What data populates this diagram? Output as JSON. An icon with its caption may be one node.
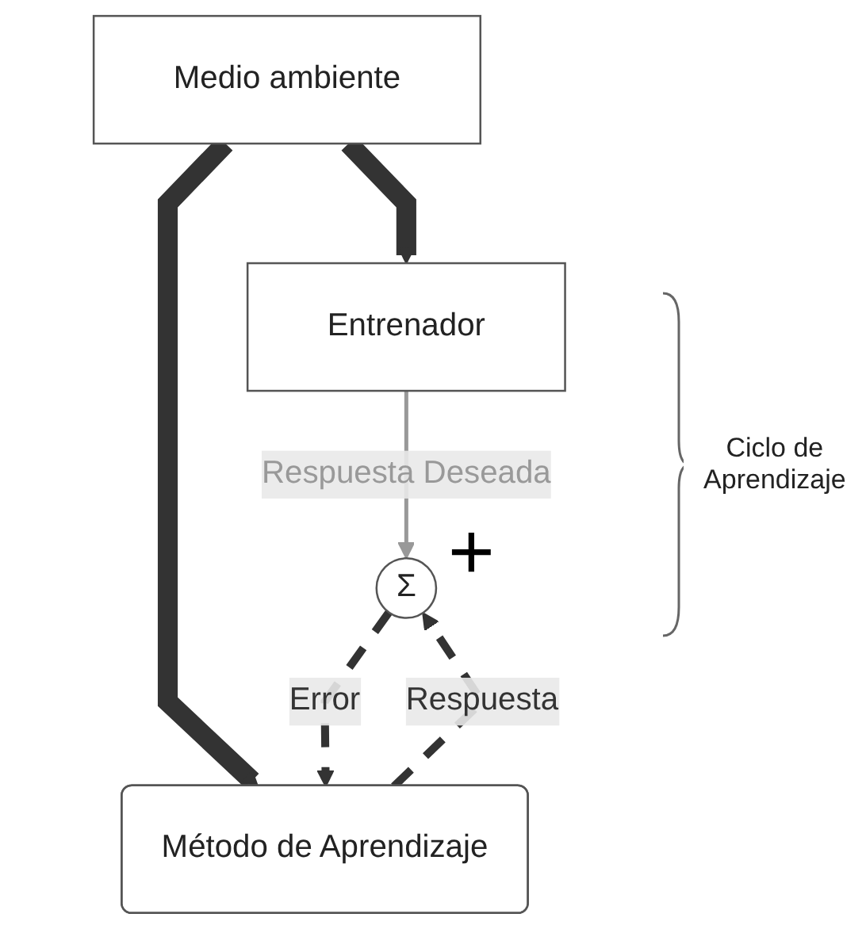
{
  "diagram": {
    "nodes": [
      {
        "text": [
          "Medio ambiente"
        ]
      },
      {
        "text": [
          "Entrenador"
        ]
      },
      {
        "text": [
          "Método de Aprendizaje"
        ]
      },
      {
        "text": [
          "Σ"
        ],
        "beside": [
          "+"
        ]
      }
    ],
    "edges": [
      {
        "from": 0,
        "to": 1,
        "arrow": "to",
        "style": "thick"
      },
      {
        "from": 0,
        "to": 2,
        "arrow": "to",
        "style": "thick"
      },
      {
        "from": 1,
        "to": 3,
        "arrow": "to",
        "label": "Respuesta Deseada",
        "color": "#999999"
      },
      {
        "from": 2,
        "to": 3,
        "arrow": "to",
        "label": "Respuesta",
        "style": "dashed"
      },
      {
        "from": 3,
        "to": 2,
        "arrow": "to",
        "label": "Error",
        "style": "dashed"
      }
    ],
    "labels": [
      "Ciclo de Aprendizaje"
    ]
  }
}
